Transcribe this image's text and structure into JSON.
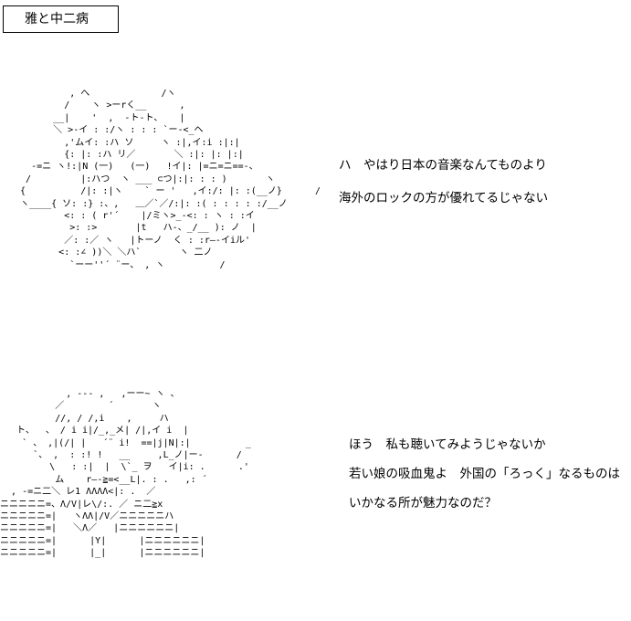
{
  "title": "雅と中二病",
  "art_top": [
    "           , へ             /ヽ",
    "          /    ヽ >ーrく__      ,",
    "        __|    '  ,  -ト-ト、   |",
    "        ＼ >-イ : :/ヽ : : : `ー-<_ヘ",
    "          ,'ムイ: :ハ ソ     ヽ :|,イ:i :|:|",
    "          {: |: :ハ リ／       ＼ :|: |: |:|",
    "    -=ニ ヽ!:|N (一)   (一)   !イ|: |=ニ=ニ==-、",
    "   /         |:ハつ  ヽ ___ ⊂つ|:|: : : )       ヽ",
    "  {          /|: :|ヽ    ` ー '   ,イ:/: |: :(__ノ}      /",
    "  ヽ____{ ソ: :} :、,   ＿／`／/:|: :( : : : : :/__ノ",
    "          <: : ( r'´    |/ミヽ>_-<: : ヽ : :イ",
    "           >: :>       |t   ハ-、_/__ ): ノ  |",
    "          ／: :／ ヽ   |トーノ  く : :r―-イiル'",
    "         <: :∠ ))＼ ＼ハ`       ヽ 二ノ",
    "           `ーー''´ ¨ー、 , ヽ          /"
  ],
  "art_bottom": [
    "            , --- ,   ,ーー~ ヽ 、",
    "          ／        ´       ヽ",
    "          //, / /,i    ,     ハ",
    "   ト、  、 / i i|/_,_メ| /|,イ i  |",
    "    ` 、 ,|(/| |   ´¨ i!  ==|j|N|:|          _",
    "      `、 ,  : :! !   __     ,L_ノ|ー-      /",
    "         \\   : :|  |  \\`_ ヲ   イ|i: .      .'",
    "          ム    r―-≧=<__L|. : .   ,: ´",
    "  , -=ニ二＼ レ1 ΛΛΛΛ<|: .  ／",
    "ニニニニニ=、Λ/V|レ\\/:. ／ ニ二≧x",
    "ニニニニニ=|   ヽΛΛ|/V／ニニニニニハ",
    "ニニニニニ=|   ＼Λ／   |ニニニニニニ|",
    "ニニニニニ=|      |Y|      |ニニニニニニ|",
    "ニニニニニ=|      |_|      |ニニニニニニ|"
  ],
  "dialogue_top": [
    "ハ　やはり日本の音楽なんてものより",
    "海外のロックの方が優れてるじゃない"
  ],
  "dialogue_bottom": [
    "ほう　私も聴いてみようじゃないか",
    "若い娘の吸血鬼よ　外国の「ろっく」なるものは",
    "いかなる所が魅力なのだ？"
  ]
}
